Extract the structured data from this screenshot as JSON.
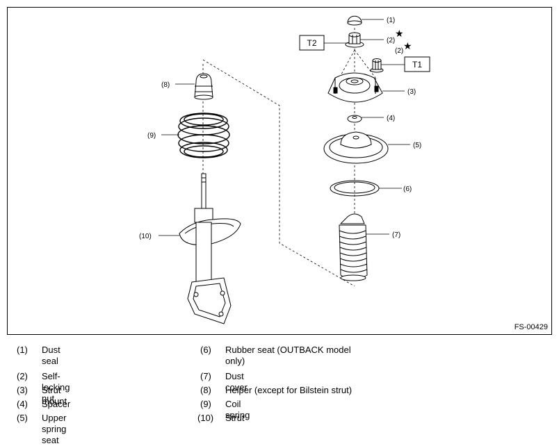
{
  "figure_id": "FS-00429",
  "torque_boxes": [
    "T1",
    "T2"
  ],
  "callouts": [
    "(1)",
    "(2)",
    "(2)",
    "(3)",
    "(4)",
    "(5)",
    "(6)",
    "(7)",
    "(8)",
    "(9)",
    "(10)"
  ],
  "star_glyph": "★",
  "legend": [
    {
      "num": "(1)",
      "text": "Dust seal"
    },
    {
      "num": "(2)",
      "text": "Self-locking nut"
    },
    {
      "num": "(3)",
      "text": "Strut mount"
    },
    {
      "num": "(4)",
      "text": "Spacer"
    },
    {
      "num": "(5)",
      "text": "Upper spring seat"
    },
    {
      "num": "(6)",
      "text": "Rubber seat (OUTBACK model only)"
    },
    {
      "num": "(7)",
      "text": "Dust cover"
    },
    {
      "num": "(8)",
      "text": "Helper (except for Bilstein strut)"
    },
    {
      "num": "(9)",
      "text": "Coil spring"
    },
    {
      "num": "(10)",
      "text": "Strut"
    }
  ]
}
